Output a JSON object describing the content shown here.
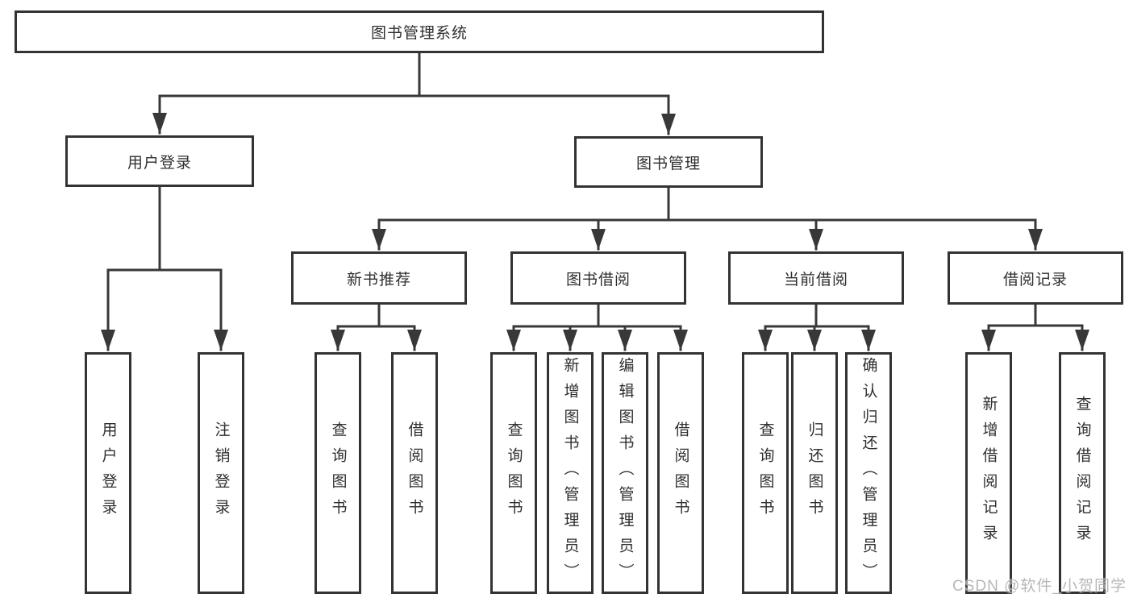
{
  "root": {
    "label": "图书管理系统"
  },
  "branches": [
    {
      "label": "用户登录",
      "children": [
        {
          "label": "用户登录"
        },
        {
          "label": "注销登录"
        }
      ]
    },
    {
      "label": "图书管理",
      "children": [
        {
          "label": "新书推荐",
          "children": [
            {
              "label": "查询图书"
            },
            {
              "label": "借阅图书"
            }
          ]
        },
        {
          "label": "图书借阅",
          "children": [
            {
              "label": "查询图书"
            },
            {
              "label": "新增图书（管理员）"
            },
            {
              "label": "编辑图书（管理员）"
            },
            {
              "label": "借阅图书"
            }
          ]
        },
        {
          "label": "当前借阅",
          "children": [
            {
              "label": "查询图书"
            },
            {
              "label": "归还图书"
            },
            {
              "label": "确认归还（管理员）"
            }
          ]
        },
        {
          "label": "借阅记录",
          "children": [
            {
              "label": "新增借阅记录"
            },
            {
              "label": "查询借阅记录"
            }
          ]
        }
      ]
    }
  ],
  "watermark": {
    "text": "CSDN @软件_小贺同学"
  },
  "colors": {
    "line": "#383838",
    "border": "#333333",
    "text": "#2f2f2f",
    "background": "#ffffff",
    "watermark": "#ababab"
  }
}
